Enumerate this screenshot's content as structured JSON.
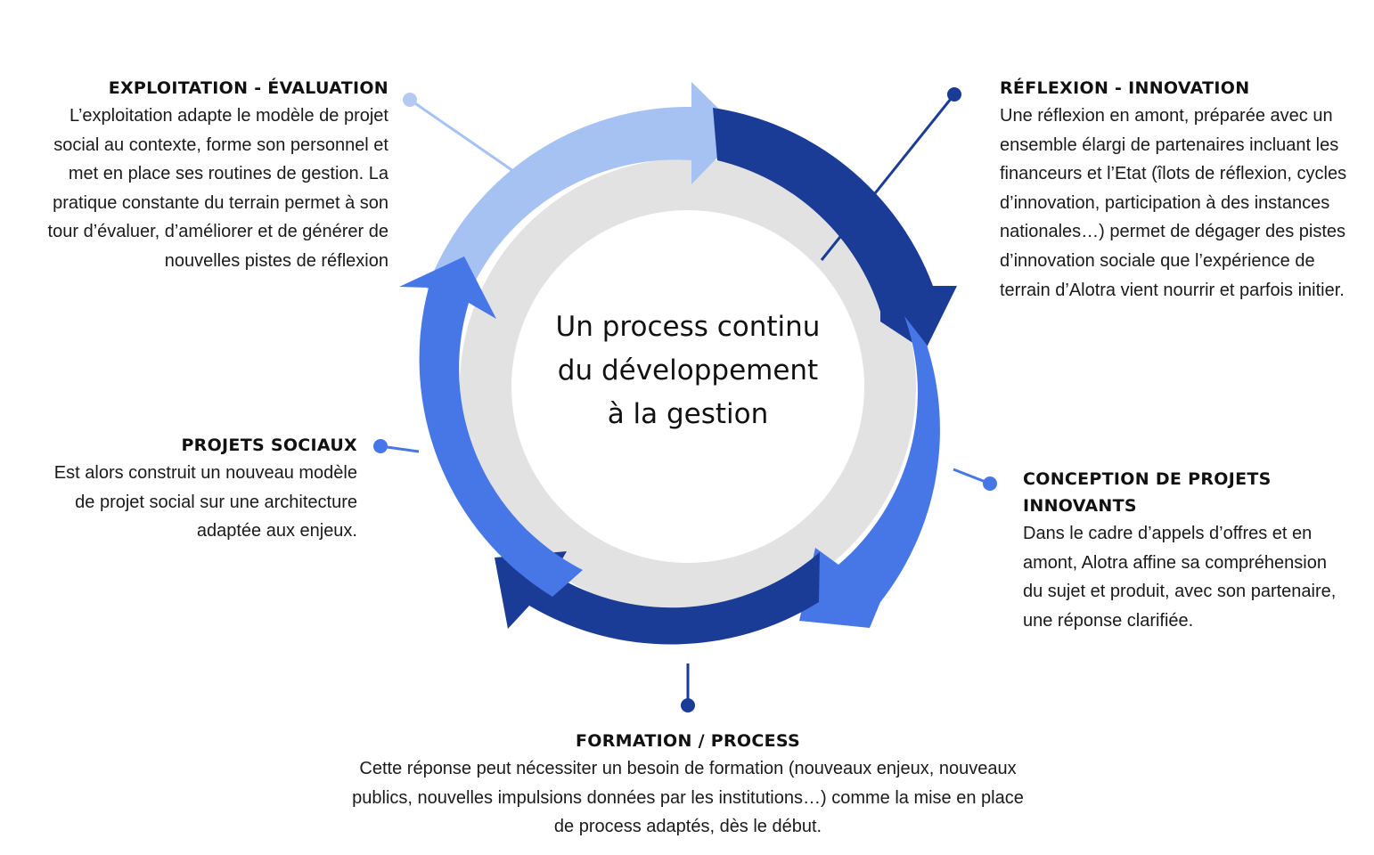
{
  "center_title": "Un process continu du développement à la gestion",
  "colors": {
    "light_blue": "#a6c2f2",
    "mid_blue": "#4777e6",
    "dark_blue": "#1b3c96",
    "ring_grey": "#e2e2e2",
    "dot_light": "#b4caf1"
  },
  "stages": {
    "exploitation": {
      "title": "EXPLOITATION - ÉVALUATION",
      "text": "L’exploitation adapte le modèle de projet social au contexte, forme son personnel et met en place ses routines de gestion. La pratique constante du terrain permet à son tour d’évaluer, d’améliorer et de générer de nouvelles pistes de réflexion"
    },
    "reflexion": {
      "title": "RÉFLEXION - INNOVATION",
      "text": "Une réflexion en amont, préparée avec un ensemble élargi de partenaires incluant les financeurs et l’Etat (îlots de réflexion, cycles d’innovation, participation à des instances nationales…) permet de dégager des pistes d’innovation sociale que l’expérience de terrain d’Alotra vient nourrir et parfois initier."
    },
    "projets_sociaux": {
      "title": "PROJETS SOCIAUX",
      "text": "Est alors construit un nouveau modèle de projet social sur une architecture adaptée aux enjeux."
    },
    "conception": {
      "title": "CONCEPTION DE PROJETS INNOVANTS",
      "text": "Dans le cadre d’appels d’offres et en amont, Alotra affine sa compréhension du sujet et produit, avec son partenaire, une réponse clarifiée."
    },
    "formation": {
      "title": "FORMATION / PROCESS",
      "text": "Cette réponse peut nécessiter un besoin de formation (nouveaux enjeux, nouveaux publics, nouvelles impulsions données par les institutions…) comme la mise en place de process adaptés, dès le début."
    }
  }
}
